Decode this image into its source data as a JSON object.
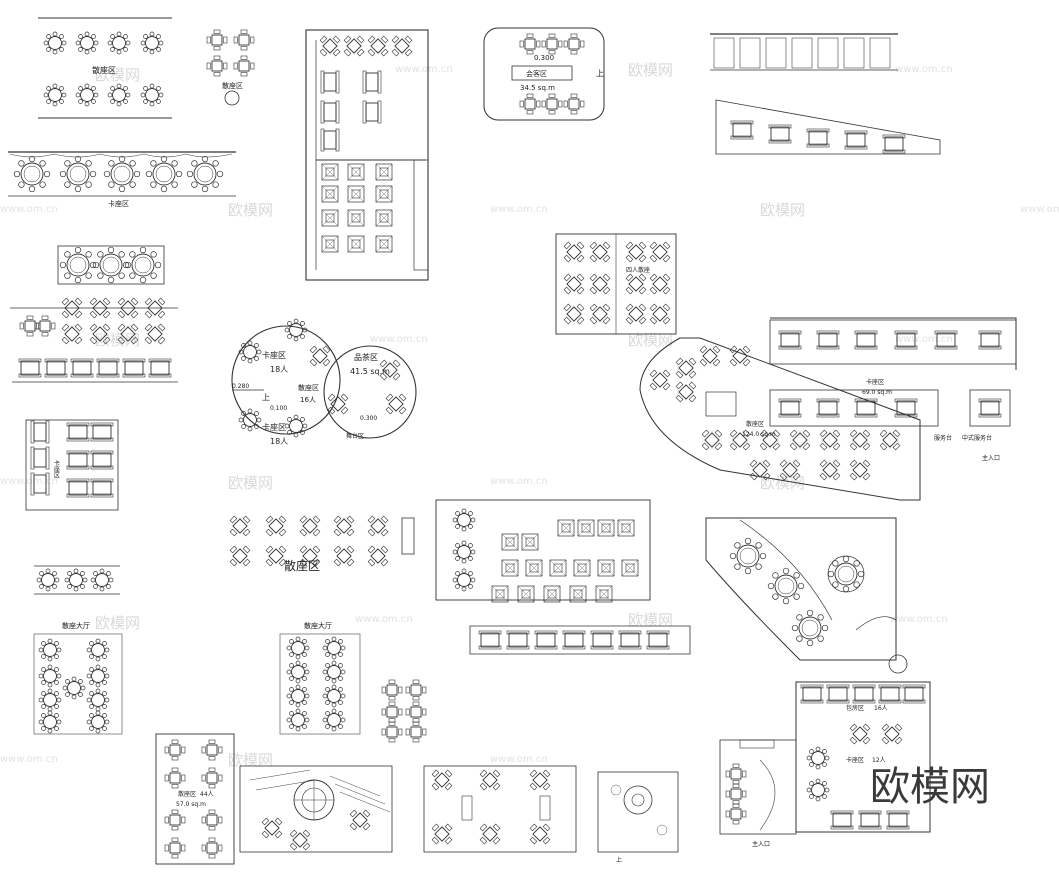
{
  "brand": {
    "logo_text": "欧模网"
  },
  "watermarks": {
    "logo": "欧模网",
    "url": "www.om.cn"
  },
  "labels": {
    "lounge_a": "散座区",
    "lounge_b": "散座区",
    "booth_a": "卡座区",
    "private_a": "包房区",
    "tea_area": "品茶区",
    "tea_area_size": "41.5 sq.m",
    "booth_count_a": "18人",
    "lounge_count": "16人",
    "booth_count_b": "18人",
    "elev_a": "0.280",
    "elev_b": "0.100",
    "elev_c": "0.300",
    "stage": "舞台区",
    "up": "上",
    "lounge_label_big": "散座区",
    "hall_a": "散座大厅",
    "hall_b": "散座大厅",
    "meeting": "会客区",
    "meeting_size": "34.5 sq.m",
    "meeting_elev": "0.300",
    "dining_area": "散座区",
    "dining_size": "124.0 sq.m",
    "card_area": "卡座区",
    "card_size": "69.0 sq.m",
    "bar": "服务台",
    "central_bar": "中式服务台",
    "entrance": "主入口",
    "four_person": "四人散座",
    "booth_b": "卡座区",
    "booth_b_count": "12人",
    "lounge_count_b": "44人",
    "lounge_size_b": "57.0 sq.m",
    "private_b": "包房区",
    "private_b_count": "16人"
  }
}
